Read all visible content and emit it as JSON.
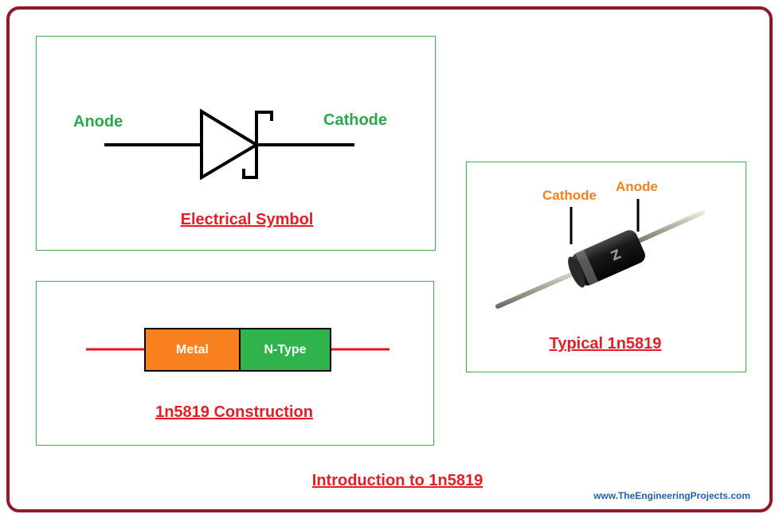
{
  "title": "Introduction to 1n5819",
  "watermark": "www.TheEngineeringProjects.com",
  "symbol_panel": {
    "anode_label": "Anode",
    "cathode_label": "Cathode",
    "caption": "Electrical Symbol"
  },
  "construction_panel": {
    "metal_label": "Metal",
    "ntype_label": "N-Type",
    "caption": "1n5819 Construction"
  },
  "photo_panel": {
    "cathode_label": "Cathode",
    "anode_label": "Anode",
    "caption": "Typical 1n5819"
  },
  "colors": {
    "frame": "#8e1a2a",
    "panel_border": "#3cb04a",
    "caption": "#e31e24",
    "green_label": "#2aa84a",
    "orange_label": "#f2801e",
    "metal_block": "#f7811f",
    "ntype_block": "#2fb34a",
    "lead_wire": "#e8141c"
  }
}
